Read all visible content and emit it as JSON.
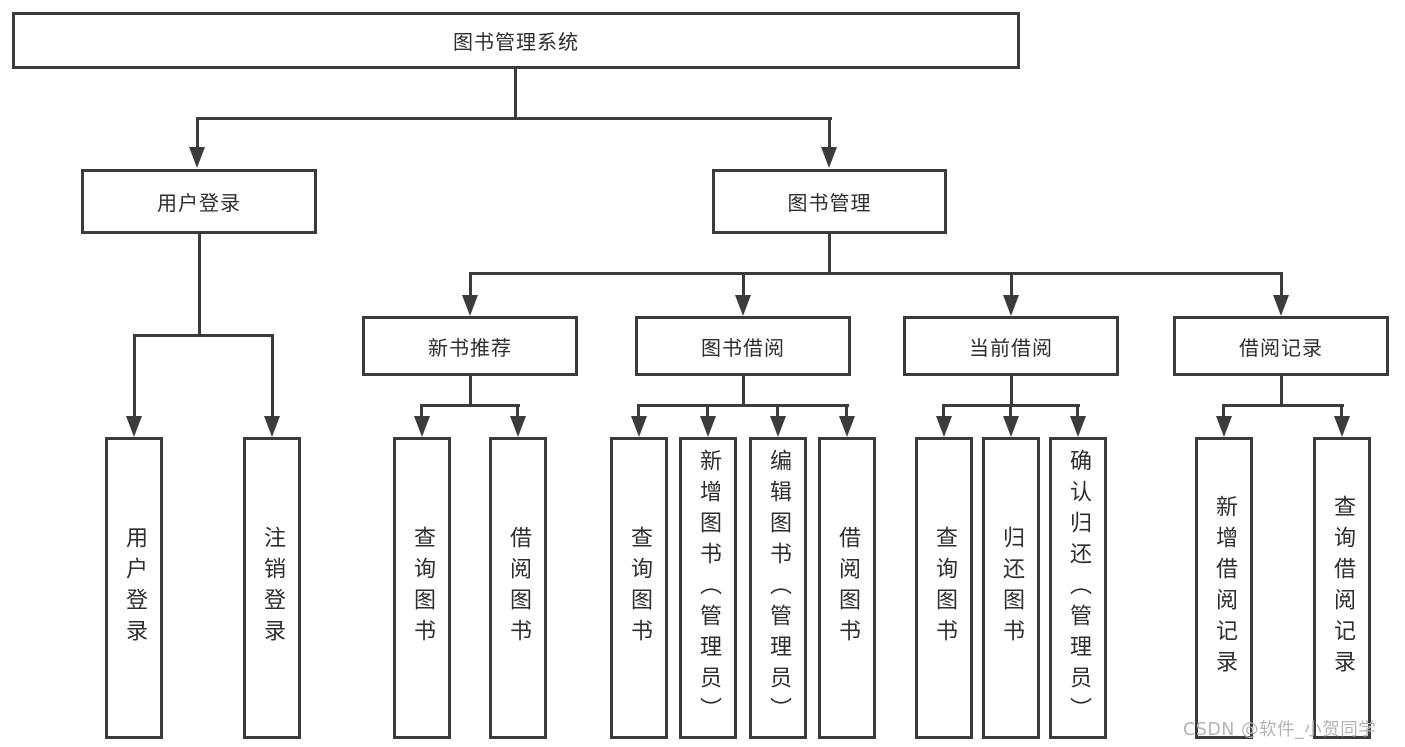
{
  "tree": {
    "root": {
      "label": "图书管理系统"
    },
    "user_login": {
      "label": "用户登录",
      "children": [
        {
          "label": "用户登录"
        },
        {
          "label": "注销登录"
        }
      ]
    },
    "book_mgmt": {
      "label": "图书管理",
      "children": {
        "new_books": {
          "label": "新书推荐",
          "children": [
            {
              "label": "查询图书"
            },
            {
              "label": "借阅图书"
            }
          ]
        },
        "book_borrow": {
          "label": "图书借阅",
          "children": [
            {
              "label": "查询图书"
            },
            {
              "label": "新增图书（管理员）"
            },
            {
              "label": "编辑图书（管理员）"
            },
            {
              "label": "借阅图书"
            }
          ]
        },
        "current_borrow": {
          "label": "当前借阅",
          "children": [
            {
              "label": "查询图书"
            },
            {
              "label": "归还图书"
            },
            {
              "label": "确认归还（管理员）"
            }
          ]
        },
        "borrow_records": {
          "label": "借阅记录",
          "children": [
            {
              "label": "新增借阅记录"
            },
            {
              "label": "查询借阅记录"
            }
          ]
        }
      }
    }
  },
  "watermark": {
    "text": "CSDN @软件_小贺同学"
  },
  "colors": {
    "line": "#3b3b3b",
    "text": "#2e2e2e",
    "watermark": "#b4b4b4",
    "background": "#ffffff"
  }
}
